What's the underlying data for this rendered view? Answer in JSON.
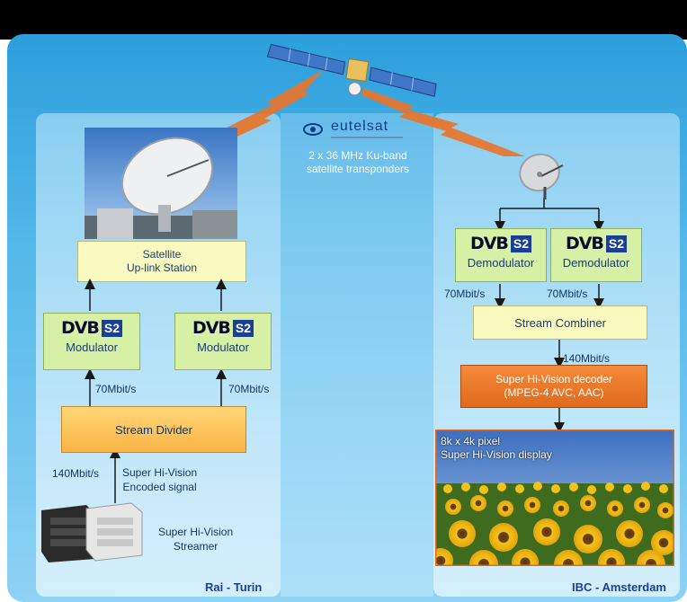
{
  "eutelsat": {
    "name": "eutelsat",
    "transponder_line1": "2 x 36 MHz Ku-band",
    "transponder_line2": "satellite transponders"
  },
  "left": {
    "uplink_line1": "Satellite",
    "uplink_line2": "Up-link Station",
    "modulator_dvb": "DVB",
    "modulator_s2": "S2",
    "modulator_label": "Modulator",
    "rate_70": "70Mbit/s",
    "stream_divider": "Stream Divider",
    "rate_140": "140Mbit/s",
    "encoded_line1": "Super Hi-Vision",
    "encoded_line2": "Encoded signal",
    "streamer_line1": "Super Hi-Vision",
    "streamer_line2": "Streamer",
    "location": "Rai - Turin"
  },
  "right": {
    "demodulator_dvb": "DVB",
    "demodulator_s2": "S2",
    "demodulator_label": "Demodulator",
    "rate_70": "70Mbit/s",
    "stream_combiner": "Stream Combiner",
    "rate_140": "140Mbit/s",
    "decoder_line1": "Super Hi-Vision decoder",
    "decoder_line2": "(MPEG-4 AVC, AAC)",
    "display_line1": "8k x 4k pixel",
    "display_line2": "Super Hi-Vision display",
    "location": "IBC - Amsterdam"
  },
  "colors": {
    "background": "#2c9fdc",
    "dvb_box": "#d6f0a6",
    "divider": "#f9b344",
    "decoder": "#e06a1c",
    "beam": "#e8742a"
  },
  "icons": [
    "satellite-icon",
    "eutelsat-logo-icon",
    "uplink-dish-photo",
    "receiver-dish-icon",
    "streamer-server-icon",
    "sunflower-display-photo"
  ]
}
